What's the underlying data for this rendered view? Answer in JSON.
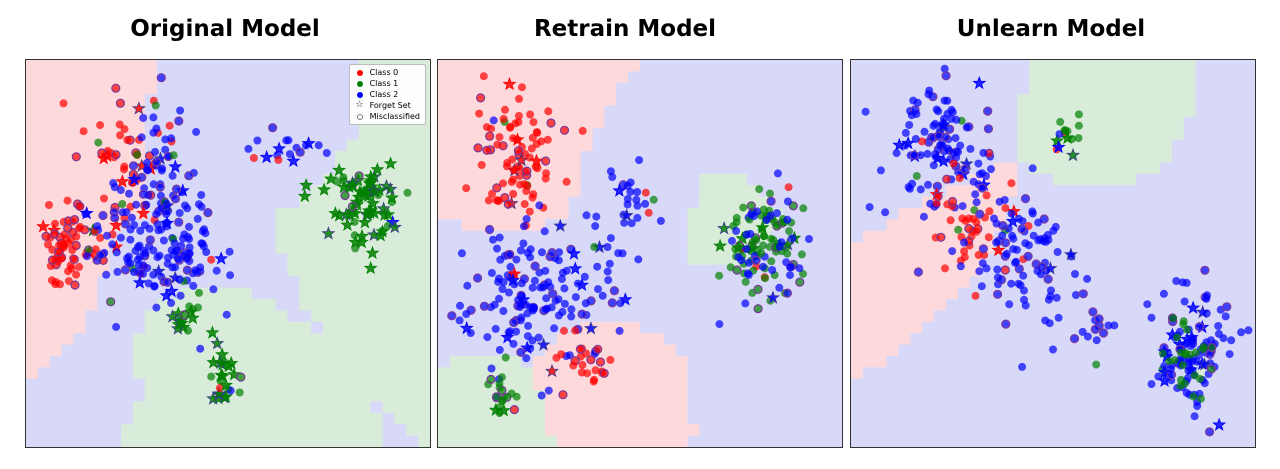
{
  "colors": {
    "class0": "#ff0000",
    "class1": "#008000",
    "class2": "#0000ff",
    "region0": "#fdd9db",
    "region1": "#d9ecd9",
    "region2": "#d8d9f9"
  },
  "legend": {
    "items": [
      {
        "label": "Class 0",
        "marker": "dot",
        "color": "#ff0000"
      },
      {
        "label": "Class 1",
        "marker": "dot",
        "color": "#008000"
      },
      {
        "label": "Class 2",
        "marker": "dot",
        "color": "#0000ff"
      },
      {
        "label": "Forget Set",
        "marker": "star-outline"
      },
      {
        "label": "Misclassified",
        "marker": "ring"
      }
    ]
  },
  "chart_data": [
    {
      "type": "scatter",
      "title": "Original Model",
      "xlim": [
        0,
        100
      ],
      "ylim": [
        0,
        100
      ],
      "legend": "top-right",
      "grid": false,
      "clusters": [
        {
          "cls": 0,
          "cx": 11,
          "cy": 52,
          "sx": 4,
          "sy": 5,
          "n": 70
        },
        {
          "cls": 0,
          "cx": 25,
          "cy": 72,
          "sx": 5,
          "sy": 12,
          "n": 55
        },
        {
          "cls": 2,
          "cx": 33,
          "cy": 50,
          "sx": 8,
          "sy": 8,
          "n": 140
        },
        {
          "cls": 2,
          "cx": 32,
          "cy": 72,
          "sx": 6,
          "sy": 10,
          "n": 60
        },
        {
          "cls": 1,
          "cx": 84,
          "cy": 63,
          "sx": 5,
          "sy": 5,
          "n": 80
        },
        {
          "cls": 1,
          "cx": 49,
          "cy": 18,
          "sx": 2,
          "sy": 4,
          "n": 25
        },
        {
          "cls": 1,
          "cx": 41,
          "cy": 34,
          "sx": 3,
          "sy": 3,
          "n": 15
        },
        {
          "cls": 2,
          "cx": 63,
          "cy": 76,
          "sx": 6,
          "sy": 2,
          "n": 18
        }
      ]
    },
    {
      "type": "scatter",
      "title": "Retrain Model",
      "xlim": [
        0,
        100
      ],
      "ylim": [
        0,
        100
      ],
      "grid": false,
      "clusters": [
        {
          "cls": 0,
          "cx": 20,
          "cy": 73,
          "sx": 5,
          "sy": 10,
          "n": 90
        },
        {
          "cls": 2,
          "cx": 25,
          "cy": 40,
          "sx": 10,
          "sy": 10,
          "n": 160
        },
        {
          "cls": 1,
          "cx": 80,
          "cy": 53,
          "sx": 5,
          "sy": 7,
          "n": 90
        },
        {
          "cls": 2,
          "cx": 82,
          "cy": 50,
          "sx": 6,
          "sy": 10,
          "n": 40
        },
        {
          "cls": 1,
          "cx": 15,
          "cy": 14,
          "sx": 2,
          "sy": 3,
          "n": 20
        },
        {
          "cls": 0,
          "cx": 36,
          "cy": 22,
          "sx": 4,
          "sy": 4,
          "n": 25
        },
        {
          "cls": 2,
          "cx": 47,
          "cy": 62,
          "sx": 4,
          "sy": 6,
          "n": 25
        }
      ]
    },
    {
      "type": "scatter",
      "title": "Unlearn Model",
      "xlim": [
        0,
        100
      ],
      "ylim": [
        0,
        100
      ],
      "grid": false,
      "clusters": [
        {
          "cls": 2,
          "cx": 22,
          "cy": 78,
          "sx": 7,
          "sy": 8,
          "n": 110
        },
        {
          "cls": 0,
          "cx": 30,
          "cy": 58,
          "sx": 6,
          "sy": 8,
          "n": 45
        },
        {
          "cls": 2,
          "cx": 42,
          "cy": 50,
          "sx": 7,
          "sy": 10,
          "n": 100
        },
        {
          "cls": 1,
          "cx": 53,
          "cy": 80,
          "sx": 2,
          "sy": 3,
          "n": 15
        },
        {
          "cls": 2,
          "cx": 84,
          "cy": 24,
          "sx": 5,
          "sy": 9,
          "n": 110
        },
        {
          "cls": 1,
          "cx": 84,
          "cy": 22,
          "sx": 3,
          "sy": 5,
          "n": 25
        },
        {
          "cls": 2,
          "cx": 62,
          "cy": 30,
          "sx": 3,
          "sy": 4,
          "n": 12
        }
      ]
    }
  ]
}
